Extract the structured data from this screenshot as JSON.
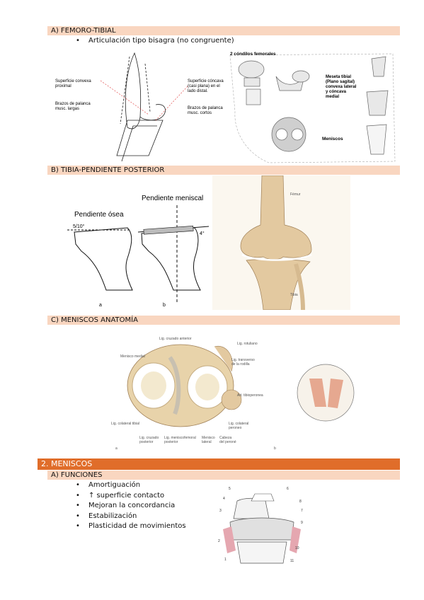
{
  "sec_a": {
    "title": "A)  FEMORO-TIBIAL",
    "bullet": "Articulación tipo bisagra (no congruente)",
    "fig_left": {
      "lbl_convexa_1": "Superficie convexa",
      "lbl_convexa_2": "proximal",
      "lbl_palanca_1": "Brazos de palanca",
      "lbl_palanca_2": "musc. largas",
      "lbl_concava_1": "Superficie cóncava",
      "lbl_concava_2": "(casi plana) en el",
      "lbl_concava_3": "lado distal.",
      "lbl_cortos_1": "Brazos de palanca",
      "lbl_cortos_2": "musc. cortos"
    },
    "fig_right": {
      "condilos": "2 cóndilos femorales",
      "meseta_1": "Meseta tibial",
      "meseta_2": "(Plano sagital)",
      "meseta_3": "convexa lateral",
      "meseta_4": "y cóncava",
      "meseta_5": "medial",
      "meniscos": "Meniscos"
    }
  },
  "sec_b": {
    "title": "B)  TIBIA-PENDIENTE POSTERIOR",
    "fig_left": {
      "pend_meniscal": "Pendiente meniscal",
      "pend_osea": "Pendiente ósea",
      "angle_1": "5/10°",
      "angle_2": "4°",
      "label_a": "a",
      "label_b": "b"
    },
    "fig_right": {
      "femur": "Fémur",
      "tibia": "Tibia"
    }
  },
  "sec_c": {
    "title": "C)  MENISCOS ANATOMÍA",
    "fig": {
      "lig_cruzado_ant": "Lig. cruzado anterior",
      "lig_rotuliano": "Lig. rotuliano",
      "menisco_medial": "Menisco medial",
      "lig_transverso_1": "Lig. transverso",
      "lig_transverso_2": "de la rodilla",
      "art_tibioperonea": "Art. tibioperonea",
      "lig_colateral_tibial": "Lig. colateral tibial",
      "lig_cruzado_post_1": "Lig. cruzado",
      "lig_cruzado_post_2": "posterior",
      "lig_meniscofemoral_1": "Lig. meniscofemoral",
      "lig_meniscofemoral_2": "posterior",
      "menisco_lateral_1": "Menisco",
      "menisco_lateral_2": "lateral",
      "cabeza_perone_1": "Cabeza",
      "cabeza_perone_2": "del peroné",
      "lig_colateral_peroneo_1": "Lig. colateral",
      "lig_colateral_peroneo_2": "peroneo",
      "label_a": "a",
      "label_b": "b"
    }
  },
  "sec_2": {
    "title": "2.  MENISCOS",
    "sub_title": "A)  FUNCIONES",
    "bullets": [
      "Amortiguación",
      "↑ superficie contacto",
      "Mejoran la concordancia",
      "Estabilización",
      "Plasticidad de movimientos"
    ],
    "fig": {
      "n1": "1",
      "n2": "2",
      "n3": "3",
      "n4": "4",
      "n5": "5",
      "n6": "6",
      "n7": "7",
      "n8": "8",
      "n9": "9",
      "n10": "10",
      "n11": "11"
    }
  },
  "colors": {
    "bar_light": "#f9d6c0",
    "bar_main": "#e06d2a"
  }
}
